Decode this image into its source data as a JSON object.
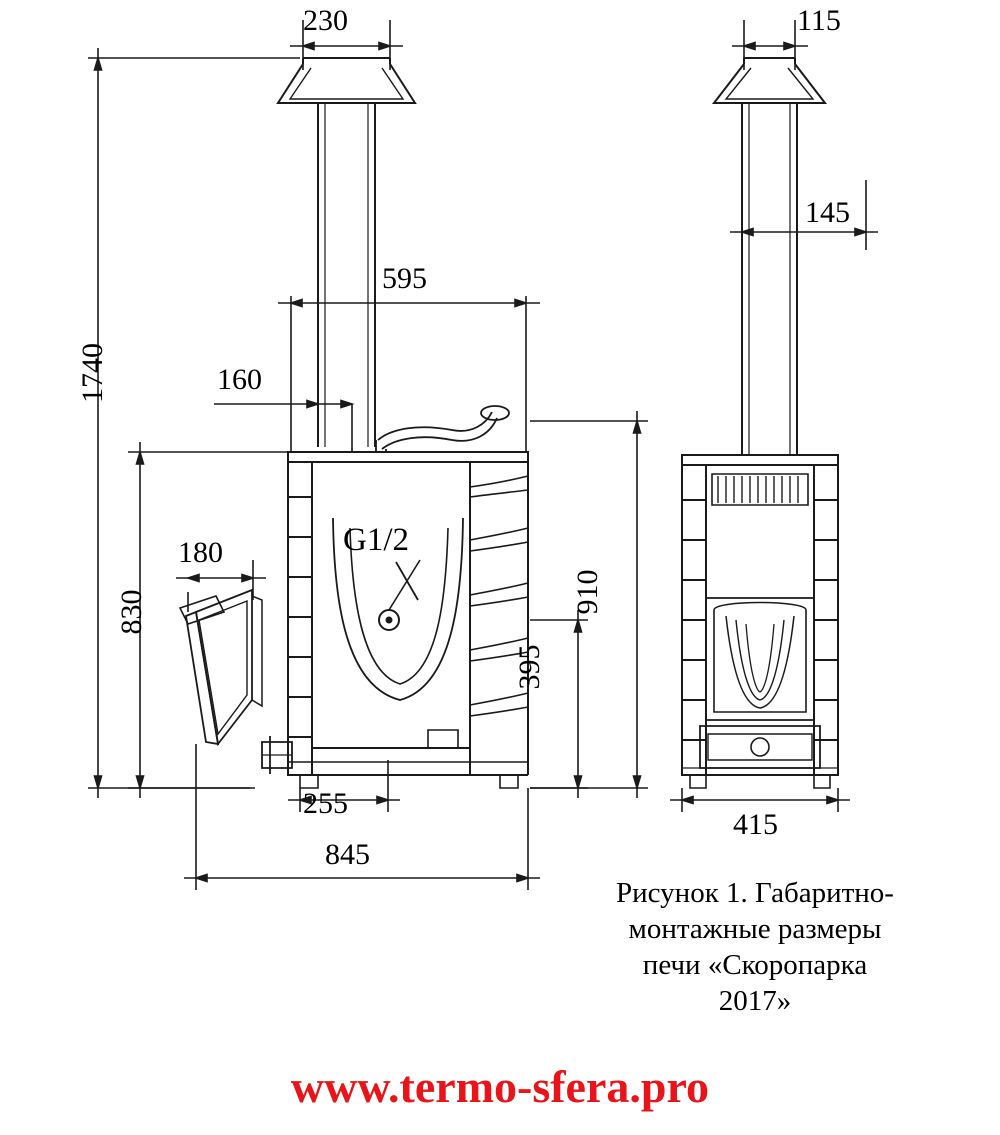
{
  "figure": {
    "caption_lines": [
      "Рисунок 1. Габаритно-",
      "монтажные размеры",
      "печи «Скоропарка",
      "2017»"
    ],
    "watermark": "www.termo-sfera.pro",
    "watermark_color": "#e8141a",
    "line_color": "#1a1a1a",
    "background": "#ffffff"
  },
  "front_view": {
    "name": "front-elevation",
    "dimensions": {
      "chimney_top_width": "230",
      "total_height": "1740",
      "firebox_offset": "595",
      "door_offset": "160",
      "body_height": "830",
      "door_width": "180",
      "base_width": "255",
      "overall_depth": "845",
      "stone_height": "910",
      "tank_height": "395"
    },
    "thread_label": "G1/2"
  },
  "side_view": {
    "name": "side-elevation",
    "dimensions": {
      "chimney_top_width": "115",
      "chimney_pipe_width": "145",
      "overall_width": "415"
    }
  }
}
